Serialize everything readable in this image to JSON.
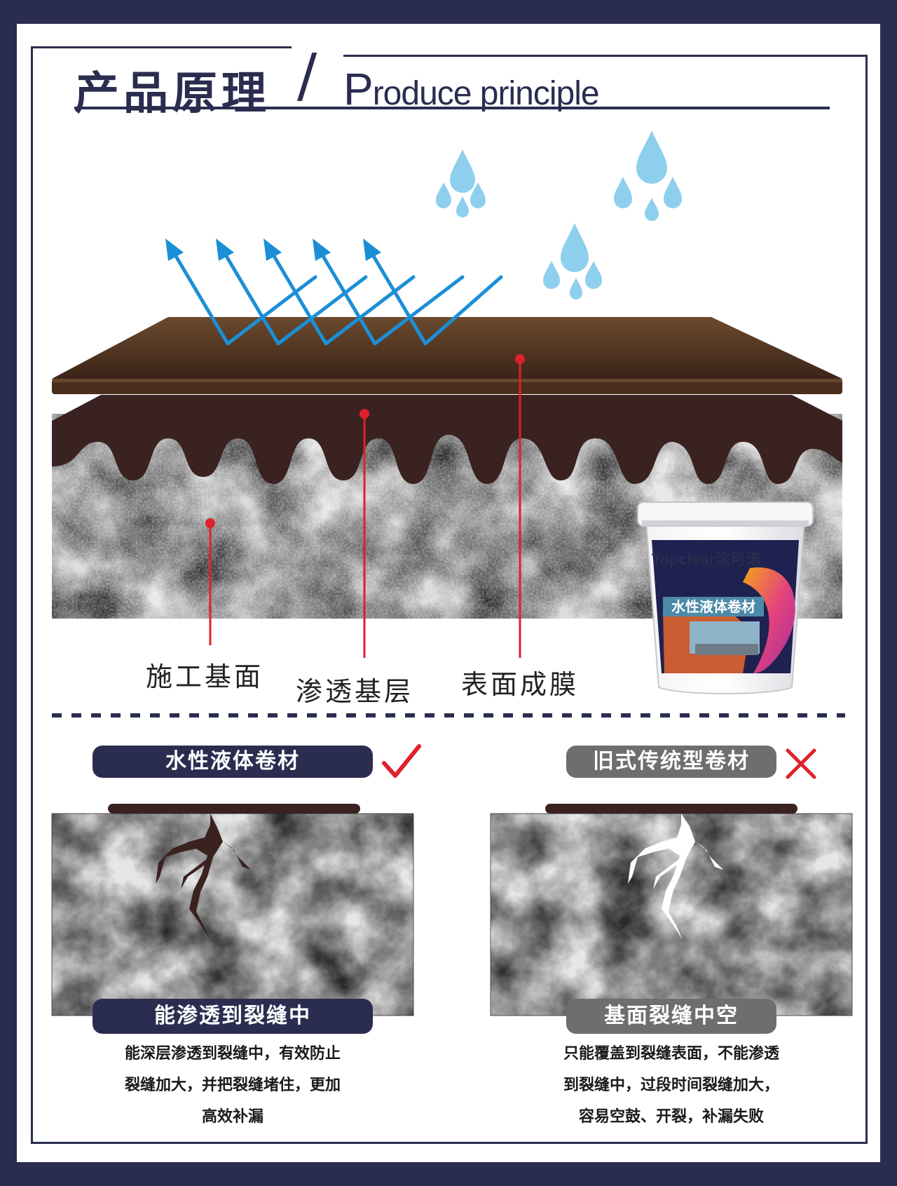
{
  "header": {
    "title_cn": "产品原理",
    "slash": "/",
    "title_en_first": "P",
    "title_en_rest": "roduce principle"
  },
  "diagram": {
    "labels": [
      "施工基面",
      "渗透基层",
      "表面成膜"
    ]
  },
  "product": {
    "brand": "Topclear",
    "brand_cn": "涂可诺",
    "name": "水性液体卷材"
  },
  "comparison": {
    "left": {
      "tag": "水性液体卷材",
      "verdict_icon": "check-icon",
      "caption": "能渗透到裂缝中",
      "desc_lines": [
        "能深层渗透到裂缝中，有效防止",
        "裂缝加大，并把裂缝堵住，更加",
        "高效补漏"
      ]
    },
    "right": {
      "tag": "旧式传统型卷材",
      "verdict_icon": "cross-icon",
      "caption": "基面裂缝中空",
      "desc_lines": [
        "只能覆盖到裂缝表面，不能渗透",
        "到裂缝中，过段时间裂缝加大，",
        "容易空鼓、开裂，补漏失败"
      ]
    }
  },
  "colors": {
    "navy": "#2a2d4f",
    "brown": "#6b4a2e",
    "dark_brown": "#3a2220",
    "arrow_blue": "#1b8fd6",
    "drop_blue": "#8fcfee",
    "marker_red": "#e0202a",
    "check_red": "#e0202a"
  }
}
